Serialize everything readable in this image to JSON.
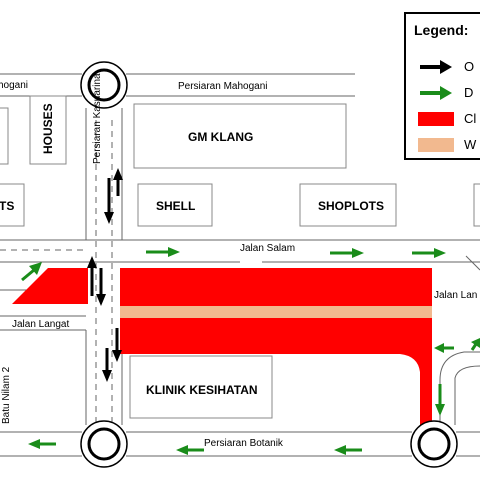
{
  "legend": {
    "title": "Legend:",
    "items": [
      {
        "label": "O",
        "icon": "black-arrow-icon",
        "color": "#000000"
      },
      {
        "label": "D",
        "icon": "green-arrow-icon",
        "color": "#1a8c1a"
      },
      {
        "label": "Cl",
        "icon": "red-swatch-icon",
        "color": "#ff0000"
      },
      {
        "label": "W",
        "icon": "tan-swatch-icon",
        "color": "#f2b98f"
      }
    ]
  },
  "roads": {
    "persiaran_mahogani_left": "hogani",
    "persiaran_mahogani": "Persiaran Mahogani",
    "persiaran_kasuarina": "Persiaran Kasuarina",
    "jalan_salam": "Jalan Salam",
    "jalan_langat": "Jalan Langat",
    "jalan_lan_right": "Jalan Lan",
    "batu_nilam": "Batu Nilam 2",
    "persiaran_botanik": "Persiaran Botanik"
  },
  "blocks": {
    "houses": "HOUSES",
    "gm_klang": "GM KLANG",
    "shell": "SHELL",
    "shoplots": "SHOPLOTS",
    "left_cut": "TS",
    "klinik": "KLINIK KESIHATAN"
  },
  "colors": {
    "closure_red": "#ff0000",
    "walkway_tan": "#f2b98f",
    "detour_green": "#1a8c1a",
    "road_line": "#666666"
  }
}
